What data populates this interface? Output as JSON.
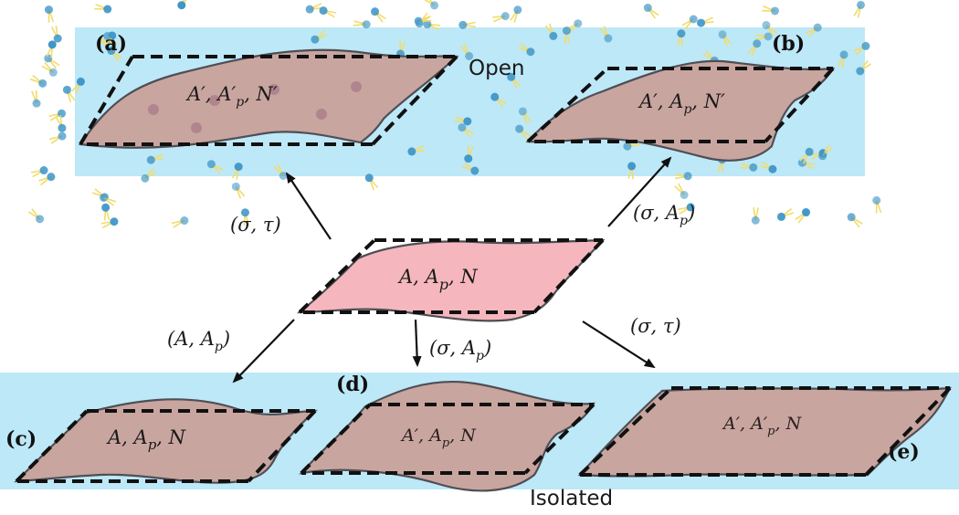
{
  "colors": {
    "bath": "#bde8f7",
    "membrane_exchanged": "#c9a5a0",
    "membrane_reference": "#f5b7bd",
    "lipid_head": "#3f96c9",
    "lipid_tail": "#f2dc6a"
  },
  "regions": {
    "top": "Open",
    "bottom": "Isolated"
  },
  "reference_patch": {
    "label_base": "A, A",
    "label_sub": "p",
    "label_tail": ", N"
  },
  "patches": [
    {
      "tag": "(a)",
      "base": "A′, A′",
      "sub": "p",
      "tail": ", N′"
    },
    {
      "tag": "(b)",
      "base": "A′, A",
      "sub": "p",
      "tail": ", N′"
    },
    {
      "tag": "(c)",
      "base": "A, A",
      "sub": "p",
      "tail": ", N"
    },
    {
      "tag": "(d)",
      "base": "A′, A",
      "sub": "p",
      "tail": ", N"
    },
    {
      "tag": "(e)",
      "base": "A′, A′",
      "sub": "p",
      "tail": ", N"
    }
  ],
  "arrows": [
    {
      "text_base": "(σ, τ)",
      "sub": "",
      "tail": ""
    },
    {
      "text_base": "(σ, A",
      "sub": "p",
      "tail": ")"
    },
    {
      "text_base": "(A, A",
      "sub": "p",
      "tail": ")"
    },
    {
      "text_base": "(σ, A",
      "sub": "p",
      "tail": ")"
    },
    {
      "text_base": "(σ, τ)",
      "sub": "",
      "tail": ""
    }
  ]
}
